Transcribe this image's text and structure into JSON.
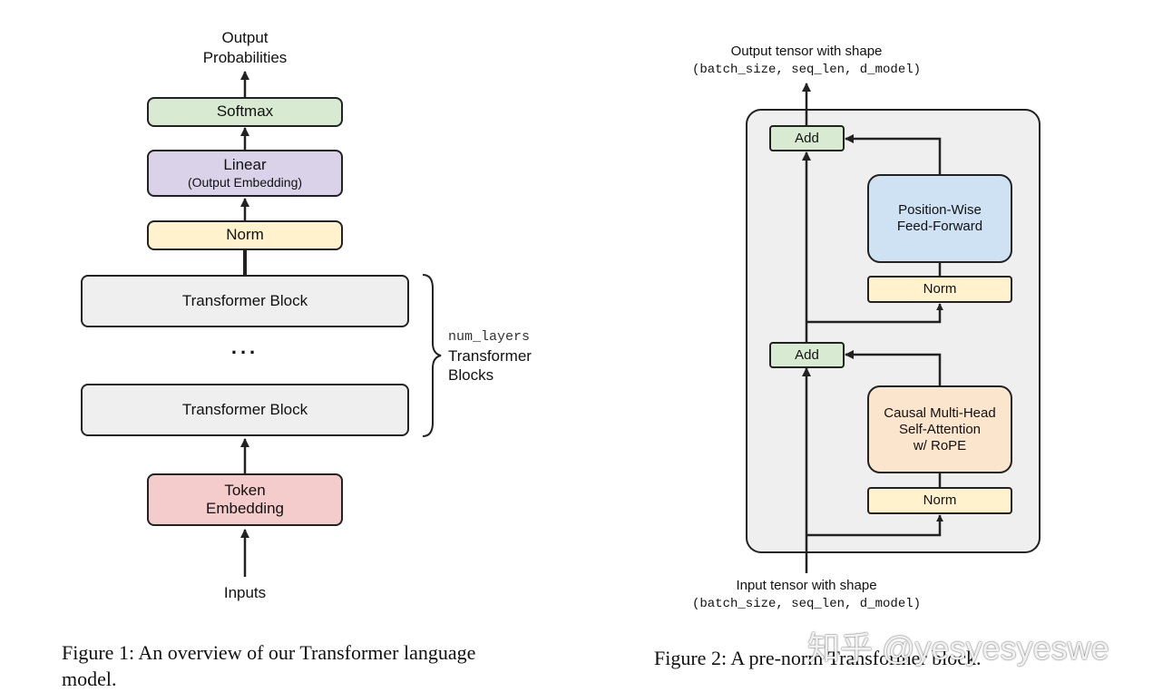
{
  "colors": {
    "softmax": "#d9ead3",
    "linear": "#d9d2e9",
    "norm": "#fff2cc",
    "block": "#efefef",
    "embedding": "#f4cccc",
    "ffn": "#cfe2f3",
    "attention": "#fce5cd",
    "add": "#d9ead3",
    "panel": "#efefef",
    "stroke": "#222222"
  },
  "fig1": {
    "output_line1": "Output",
    "output_line2": "Probabilities",
    "softmax": "Softmax",
    "linear": "Linear",
    "linear_sub": "(Output Embedding)",
    "norm": "Norm",
    "block_top": "Transformer Block",
    "ellipsis": "...",
    "block_bottom": "Transformer Block",
    "token_line1": "Token",
    "token_line2": "Embedding",
    "inputs": "Inputs",
    "brace_mono": "num_layers",
    "brace_line1": "Transformer",
    "brace_line2": "Blocks",
    "caption_line1": "Figure 1:  An overview of our Transformer language",
    "caption_line2": "model."
  },
  "fig2": {
    "output_line1": "Output tensor with shape",
    "output_line2": "(batch_size, seq_len, d_model)",
    "add_top": "Add",
    "ffn_line1": "Position-Wise",
    "ffn_line2": "Feed-Forward",
    "norm_top": "Norm",
    "add_bottom": "Add",
    "attn_line1": "Causal Multi-Head",
    "attn_line2": "Self-Attention",
    "attn_line3": "w/ RoPE",
    "norm_bottom": "Norm",
    "input_line1": "Input tensor with shape",
    "input_line2": "(batch_size, seq_len, d_model)",
    "caption": "Figure 2:  A pre-norm Transformer block."
  },
  "watermark": "知乎 @yesyesyeswe"
}
